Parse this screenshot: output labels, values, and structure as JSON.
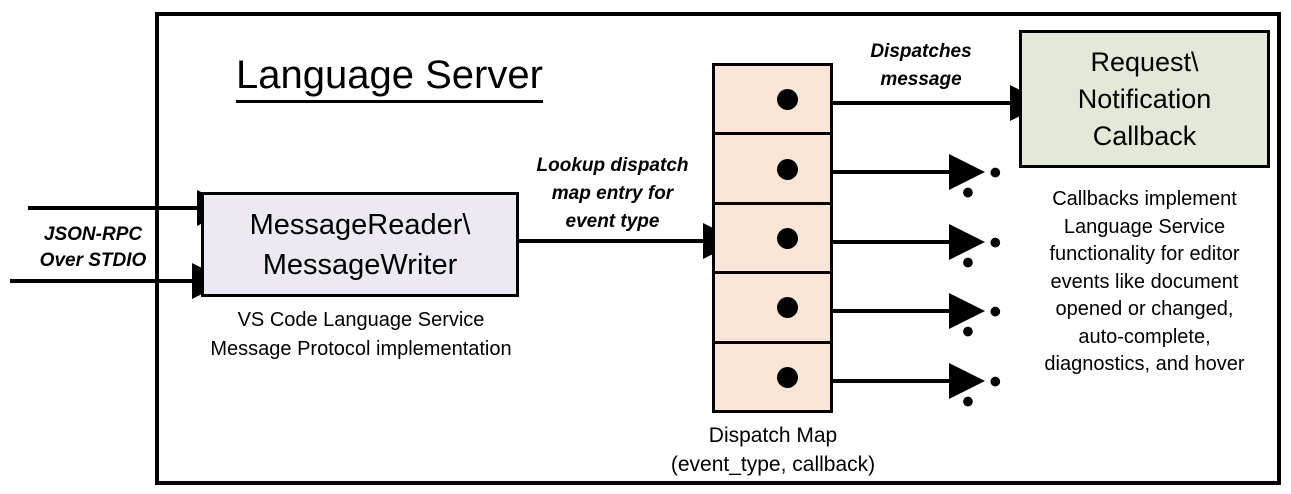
{
  "diagram": {
    "title": "Language Server",
    "external": {
      "io_label_line1": "JSON-RPC",
      "io_label_line2": "Over STDIO"
    },
    "message_box": {
      "line1": "MessageReader\\",
      "line2": "MessageWriter",
      "caption_line1": "VS Code Language Service",
      "caption_line2": "Message Protocol implementation",
      "fill": "#ECE9F2"
    },
    "lookup_label": {
      "line1": "Lookup dispatch",
      "line2": "map entry for",
      "line3": "event type"
    },
    "dispatch_map": {
      "caption_line1": "Dispatch Map",
      "caption_line2": "(event_type, callback)",
      "fill": "#FBE5D6",
      "row_count": 5,
      "rows": [
        {
          "index": 1,
          "has_dot": true
        },
        {
          "index": 2,
          "has_dot": true
        },
        {
          "index": 3,
          "has_dot": true
        },
        {
          "index": 4,
          "has_dot": true
        },
        {
          "index": 5,
          "has_dot": true
        }
      ]
    },
    "dispatch_message_label": {
      "line1": "Dispatches",
      "line2": "message"
    },
    "callback_box": {
      "line1": "Request\\",
      "line2": "Notification",
      "line3": "Callback",
      "fill": "#E2E9D8"
    },
    "callback_description": {
      "line1": "Callbacks implement",
      "line2": "Language Service",
      "line3": "functionality for editor",
      "line4": "events like document",
      "line5": "opened or changed,",
      "line6": "auto-complete,",
      "line7": "diagnostics, and hover"
    },
    "ellipsis": "• • •",
    "ellipses": [
      {
        "row": 2,
        "text": "• • •"
      },
      {
        "row": 3,
        "text": "• • •"
      },
      {
        "row": 4,
        "text": "• • •"
      },
      {
        "row": 5,
        "text": "• • •"
      }
    ],
    "colors": {
      "stroke": "#000000",
      "background": "#FFFFFF",
      "message_box_fill": "#ECE9F2",
      "dispatch_map_fill": "#FBE5D6",
      "callback_fill": "#E2E9D8"
    }
  }
}
